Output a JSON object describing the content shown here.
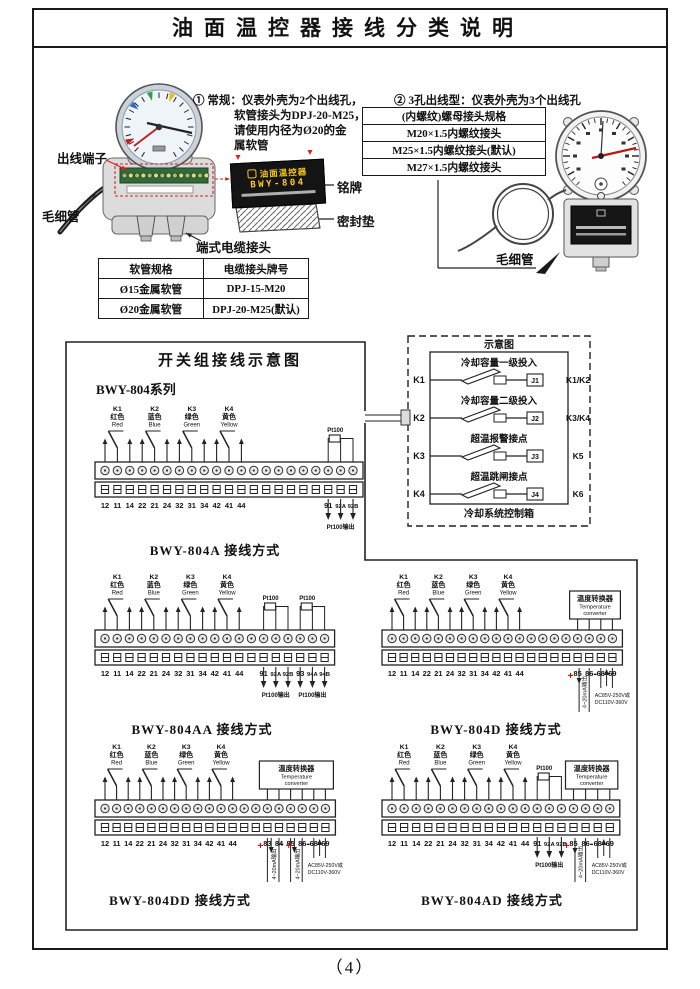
{
  "page": {
    "title": "油面温控器接线分类说明",
    "page_number": "（4）"
  },
  "top_left": {
    "note_line1": "① 常规：仪表外壳为2个出线孔，",
    "note_line2": "软管接头为DPJ-20-M25，",
    "note_line3": "请使用内径为Ø20的金",
    "note_line4": "属软管",
    "label_outlet_terminal": "出线端子",
    "label_capillary": "毛细管",
    "label_nameplate": "铭牌",
    "label_gasket": "密封垫",
    "label_cable_gland": "端式电缆接头",
    "nameplate": {
      "line1": "油面温控器",
      "line2": "BWY-804"
    },
    "hose_table": {
      "col1_header": "软管规格",
      "col2_header": "电缆接头牌号",
      "rows": [
        {
          "hose": "Ø15金属软管",
          "joint": "DPJ-15-M20"
        },
        {
          "hose": "Ø20金属软管",
          "joint": "DPJ-20-M25(默认)"
        }
      ]
    }
  },
  "top_right": {
    "note": "② 3孔出线型：仪表外壳为3个出线孔",
    "thread_table": {
      "header": "(内螺纹)螺母接头规格",
      "rows": [
        "M20×1.5内螺纹接头",
        "M25×1.5内螺纹接头(默认)",
        "M27×1.5内螺纹接头"
      ]
    },
    "label_capillary": "毛细管"
  },
  "schematic": {
    "title": "示意图",
    "rows": [
      {
        "k": "K1",
        "label": "冷却容量一级投入",
        "relay": "J1",
        "out": "K1/K2"
      },
      {
        "k": "K2",
        "label": "冷却容量二级投入",
        "relay": "J2",
        "out": "K3/K4"
      },
      {
        "k": "K3",
        "label": "超温报警接点",
        "relay": "J3",
        "out": "K5"
      },
      {
        "k": "K4",
        "label": "超温跳闸接点",
        "relay": "J4",
        "out": "K6"
      }
    ],
    "footer": "冷却系统控制箱"
  },
  "wiring": {
    "section_title": "开关组接线示意图",
    "series_label": "BWY-804系列",
    "switches": [
      {
        "id": "K1",
        "cn": "红色",
        "en": "Red"
      },
      {
        "id": "K2",
        "cn": "蓝色",
        "en": "Blue"
      },
      {
        "id": "K3",
        "cn": "绿色",
        "en": "Green"
      },
      {
        "id": "K4",
        "cn": "黄色",
        "en": "Yellow"
      }
    ],
    "pt100": "Pt100",
    "pt100_out": "Pt100输出",
    "converter": [
      "温度转换器",
      "Temperature",
      "converter"
    ],
    "ma_out": "4~20mA输出",
    "power": [
      "AC85V-250V或",
      "DC110V-360V"
    ],
    "plus": "+",
    "minus": "-",
    "diagrams": [
      {
        "caption": "BWY-804A 接线方式",
        "terminals": [
          "12",
          "11",
          "14",
          "22",
          "21",
          "24",
          "32",
          "31",
          "34",
          "42",
          "41",
          "44",
          "",
          "",
          "",
          "",
          "",
          "",
          "91",
          "92A",
          "92B"
        ],
        "pt100_groups": [
          [
            "91",
            "92A",
            "92B"
          ]
        ],
        "outputs": [
          {
            "terms": [
              "91",
              "92A",
              "92B"
            ]
          }
        ],
        "marks": ""
      },
      {
        "caption": "BWY-804AA 接线方式",
        "terminals": [
          "12",
          "11",
          "14",
          "22",
          "21",
          "24",
          "32",
          "31",
          "34",
          "42",
          "41",
          "44",
          "",
          "91",
          "92A",
          "92B",
          "93",
          "94A",
          "94B"
        ],
        "pt100_groups": [
          [
            "91",
            "92A",
            "92B"
          ],
          [
            "93",
            "94A",
            "94B"
          ]
        ],
        "outputs": [
          {
            "terms": [
              "91",
              "92A",
              "92B"
            ]
          },
          {
            "terms": [
              "93",
              "94A",
              "94B"
            ]
          }
        ],
        "marks": ""
      },
      {
        "caption": "BWY-804D 接线方式",
        "terminals": [
          "12",
          "11",
          "14",
          "22",
          "21",
          "24",
          "32",
          "31",
          "34",
          "42",
          "41",
          "44",
          "",
          "",
          "",
          "",
          "85",
          "86",
          "68",
          "69"
        ],
        "converter": {
          "terms": [
            "85",
            "86",
            "68",
            "69"
          ]
        },
        "marks": "D"
      },
      {
        "caption": "BWY-804DD 接线方式",
        "terminals": [
          "12",
          "11",
          "14",
          "22",
          "21",
          "24",
          "32",
          "31",
          "34",
          "42",
          "41",
          "44",
          "",
          "",
          "83",
          "84",
          "85",
          "86",
          "68",
          "69"
        ],
        "converter": {
          "terms": [
            "83",
            "84",
            "85",
            "86",
            "68",
            "69"
          ]
        },
        "marks": "DD"
      },
      {
        "caption": "BWY-804AD 接线方式",
        "terminals": [
          "12",
          "11",
          "14",
          "22",
          "21",
          "24",
          "32",
          "31",
          "34",
          "42",
          "41",
          "44",
          "91",
          "92A",
          "92B",
          "85",
          "86",
          "68",
          "69"
        ],
        "pt100_groups": [
          [
            "91",
            "92A",
            "92B"
          ]
        ],
        "outputs": [
          {
            "terms": [
              "91",
              "92A",
              "92B"
            ]
          }
        ],
        "converter": {
          "terms": [
            "85",
            "86",
            "68",
            "69"
          ]
        },
        "marks": "D"
      }
    ]
  }
}
